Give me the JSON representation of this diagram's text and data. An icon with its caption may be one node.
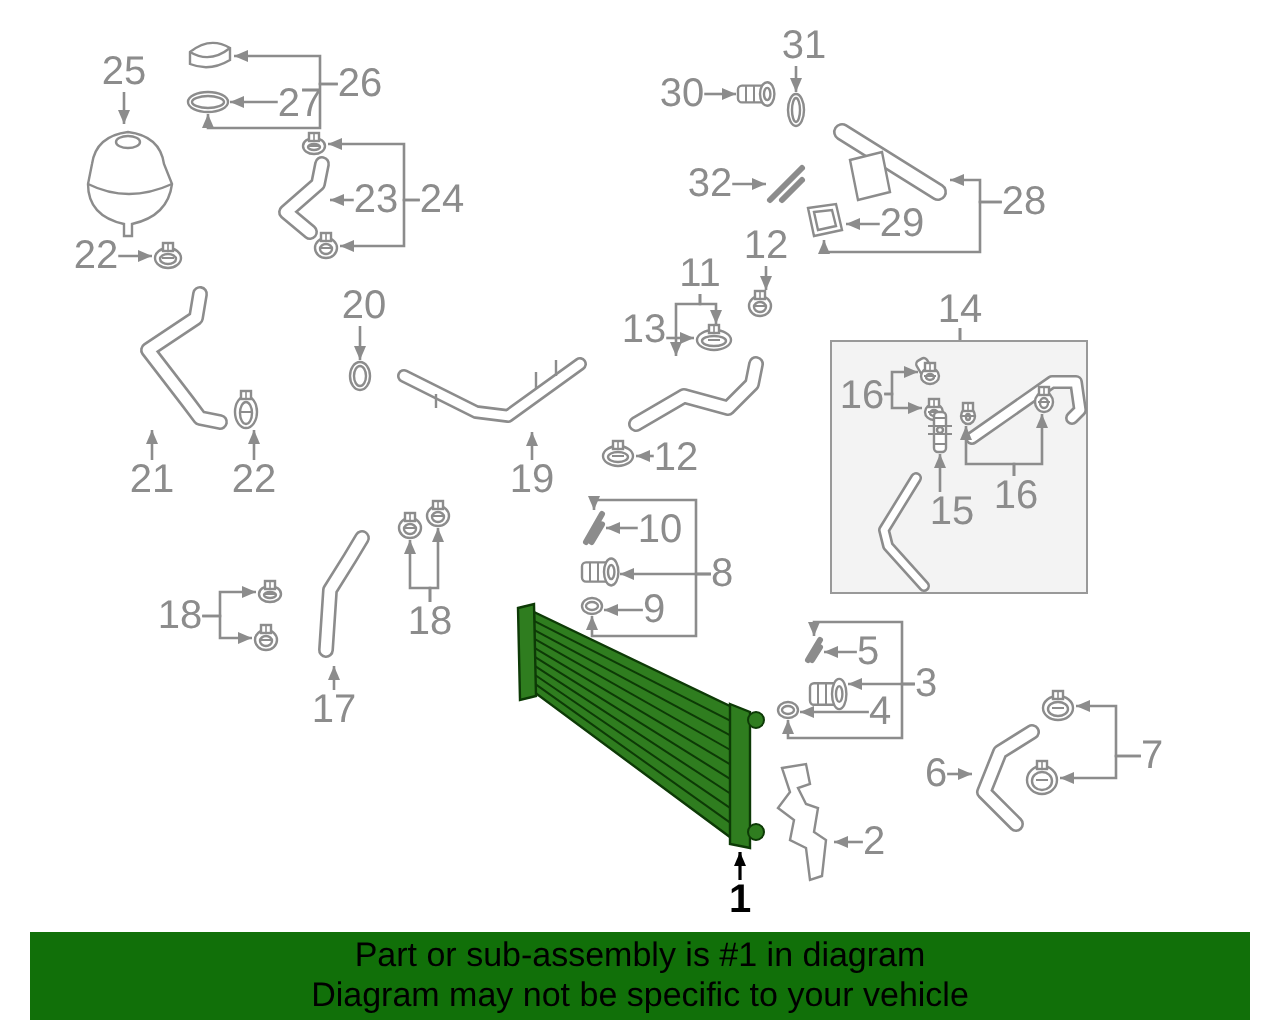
{
  "diagram": {
    "nodes": [
      {
        "text": [
          "25"
        ]
      },
      {
        "text": [],
        "shape": "picture"
      },
      {
        "text": [
          "26"
        ]
      },
      {
        "text": [],
        "shape": "picture"
      },
      {
        "text": [
          "27"
        ]
      },
      {
        "text": [],
        "shape": "picture"
      },
      {
        "text": [
          "24"
        ]
      },
      {
        "text": [],
        "shape": "picture"
      },
      {
        "text": [
          "23"
        ]
      },
      {
        "text": [],
        "shape": "picture"
      },
      {
        "text": [],
        "shape": "picture"
      },
      {
        "text": [
          "22"
        ]
      },
      {
        "text": [],
        "shape": "picture"
      },
      {
        "text": [
          "21"
        ]
      },
      {
        "text": [],
        "shape": "picture"
      },
      {
        "text": [
          "22"
        ]
      },
      {
        "text": [],
        "shape": "picture"
      },
      {
        "text": [
          "20"
        ]
      },
      {
        "text": [],
        "shape": "picture"
      },
      {
        "text": [
          "19"
        ]
      },
      {
        "text": [],
        "shape": "picture"
      },
      {
        "text": [
          "31"
        ]
      },
      {
        "text": [],
        "shape": "picture"
      },
      {
        "text": [
          "30"
        ]
      },
      {
        "text": [],
        "shape": "picture"
      },
      {
        "text": [
          "32"
        ]
      },
      {
        "text": [],
        "shape": "picture"
      },
      {
        "text": [
          "28"
        ]
      },
      {
        "text": [],
        "shape": "picture"
      },
      {
        "text": [
          "29"
        ]
      },
      {
        "text": [],
        "shape": "picture"
      },
      {
        "text": [
          "12"
        ]
      },
      {
        "text": [],
        "shape": "picture"
      },
      {
        "text": [
          "11"
        ]
      },
      {
        "text": [],
        "shape": "picture"
      },
      {
        "text": [
          "13"
        ]
      },
      {
        "text": [],
        "shape": "picture"
      },
      {
        "text": [
          "12"
        ]
      },
      {
        "text": [],
        "shape": "picture"
      },
      {
        "text": [
          "14"
        ]
      },
      {
        "text": [
          "16"
        ],
        "in": 39
      },
      {
        "text": [],
        "shape": "picture",
        "in": 39
      },
      {
        "text": [],
        "shape": "picture",
        "in": 39
      },
      {
        "text": [
          "15"
        ],
        "in": 39
      },
      {
        "text": [],
        "shape": "picture",
        "in": 39
      },
      {
        "text": [
          "16"
        ],
        "in": 39
      },
      {
        "text": [],
        "shape": "picture",
        "in": 39
      },
      {
        "text": [],
        "shape": "picture",
        "in": 39
      },
      {
        "text": [
          "10"
        ]
      },
      {
        "text": [],
        "shape": "picture"
      },
      {
        "text": [
          "8"
        ]
      },
      {
        "text": [],
        "shape": "picture"
      },
      {
        "text": [
          "9"
        ]
      },
      {
        "text": [],
        "shape": "picture"
      },
      {
        "text": [
          "18"
        ]
      },
      {
        "text": [],
        "shape": "picture"
      },
      {
        "text": [],
        "shape": "picture"
      },
      {
        "text": [],
        "shape": "picture"
      },
      {
        "text": [
          "17"
        ]
      },
      {
        "text": [
          "18"
        ]
      },
      {
        "text": [],
        "shape": "picture"
      },
      {
        "text": [],
        "shape": "picture"
      },
      {
        "text": [],
        "shape": "picture"
      },
      {
        "text": [
          "1"
        ]
      },
      {
        "text": [
          "5"
        ]
      },
      {
        "text": [],
        "shape": "picture"
      },
      {
        "text": [
          "3"
        ]
      },
      {
        "text": [],
        "shape": "picture"
      },
      {
        "text": [
          "4"
        ]
      },
      {
        "text": [],
        "shape": "picture"
      },
      {
        "text": [],
        "shape": "picture"
      },
      {
        "text": [
          "2"
        ]
      },
      {
        "text": [
          "6"
        ]
      },
      {
        "text": [],
        "shape": "picture"
      },
      {
        "text": [
          "7"
        ]
      },
      {
        "text": [],
        "shape": "picture"
      },
      {
        "text": [],
        "shape": "picture"
      },
      {
        "text": [
          "Part or sub-assembly is #1 in diagram",
          "Diagram may not be specific to your vehicle"
        ]
      }
    ],
    "edges": [
      {
        "from": 0,
        "to": 1,
        "arrow": "to"
      },
      {
        "from": 2,
        "to": 3,
        "arrow": "to"
      },
      {
        "from": 2,
        "to": 5,
        "arrow": "to"
      },
      {
        "from": 4,
        "to": 5,
        "arrow": "to"
      },
      {
        "from": 6,
        "to": 7,
        "arrow": "to"
      },
      {
        "from": 6,
        "to": 10,
        "arrow": "to"
      },
      {
        "from": 8,
        "to": 9,
        "arrow": "to"
      },
      {
        "from": 11,
        "to": 12,
        "arrow": "to"
      },
      {
        "from": 13,
        "to": 14,
        "arrow": "to"
      },
      {
        "from": 15,
        "to": 16,
        "arrow": "to"
      },
      {
        "from": 17,
        "to": 18,
        "arrow": "to"
      },
      {
        "from": 19,
        "to": 20,
        "arrow": "to"
      },
      {
        "from": 21,
        "to": 22,
        "arrow": "to"
      },
      {
        "from": 23,
        "to": 24,
        "arrow": "to"
      },
      {
        "from": 25,
        "to": 26,
        "arrow": "to"
      },
      {
        "from": 27,
        "to": 28,
        "arrow": "to"
      },
      {
        "from": 27,
        "to": 30,
        "arrow": "to"
      },
      {
        "from": 29,
        "to": 30,
        "arrow": "to"
      },
      {
        "from": 31,
        "to": 32,
        "arrow": "to"
      },
      {
        "from": 33,
        "to": 34,
        "arrow": "to"
      },
      {
        "from": 33,
        "to": 36,
        "arrow": "to"
      },
      {
        "from": 35,
        "to": 36,
        "arrow": "to"
      },
      {
        "from": 37,
        "to": 38,
        "arrow": "to"
      },
      {
        "from": 40,
        "to": 41,
        "arrow": "to"
      },
      {
        "from": 40,
        "to": 42,
        "arrow": "to"
      },
      {
        "from": 43,
        "to": 44,
        "arrow": "to"
      },
      {
        "from": 45,
        "to": 46,
        "arrow": "to"
      },
      {
        "from": 45,
        "to": 47,
        "arrow": "to"
      },
      {
        "from": 48,
        "to": 49,
        "arrow": "to"
      },
      {
        "from": 50,
        "to": 49,
        "arrow": "to"
      },
      {
        "from": 50,
        "to": 51,
        "arrow": "to"
      },
      {
        "from": 50,
        "to": 53,
        "arrow": "to"
      },
      {
        "from": 52,
        "to": 53,
        "arrow": "to"
      },
      {
        "from": 54,
        "to": 55,
        "arrow": "to"
      },
      {
        "from": 54,
        "to": 56,
        "arrow": "to"
      },
      {
        "from": 58,
        "to": 57,
        "arrow": "to"
      },
      {
        "from": 59,
        "to": 60,
        "arrow": "to"
      },
      {
        "from": 59,
        "to": 61,
        "arrow": "to"
      },
      {
        "from": 63,
        "to": 62,
        "arrow": "to",
        "color": "#000000"
      },
      {
        "from": 64,
        "to": 65,
        "arrow": "to"
      },
      {
        "from": 66,
        "to": 65,
        "arrow": "to"
      },
      {
        "from": 66,
        "to": 67,
        "arrow": "to"
      },
      {
        "from": 66,
        "to": 69,
        "arrow": "to"
      },
      {
        "from": 68,
        "to": 69,
        "arrow": "to"
      },
      {
        "from": 71,
        "to": 70,
        "arrow": "to"
      },
      {
        "from": 72,
        "to": 73,
        "arrow": "to"
      },
      {
        "from": 74,
        "to": 75,
        "arrow": "to"
      },
      {
        "from": 74,
        "to": 76,
        "arrow": "to"
      }
    ]
  }
}
